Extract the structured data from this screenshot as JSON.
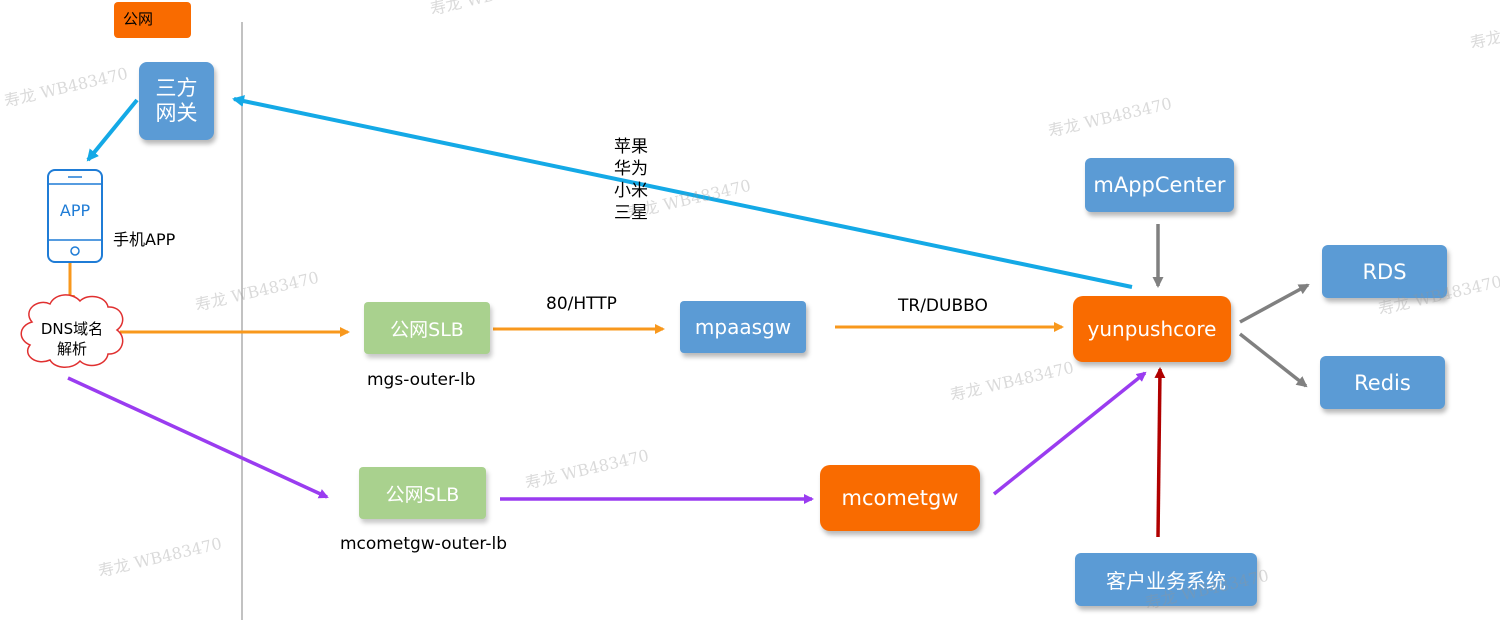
{
  "legend": {
    "public_net_tag": "公网"
  },
  "nodes": {
    "third_party_gateway": "三方\n网关",
    "phone_screen": "APP",
    "phone_label": "手机APP",
    "dns": "DNS域名\n解析",
    "slb_top": "公网SLB",
    "slb_top_caption": "mgs-outer-lb",
    "slb_bottom": "公网SLB",
    "slb_bottom_caption": "mcometgw-outer-lb",
    "mpaasgw": "mpaasgw",
    "mcometgw": "mcometgw",
    "yunpushcore": "yunpushcore",
    "mappcenter": "mAppCenter",
    "rds": "RDS",
    "redis": "Redis",
    "customer_system": "客户业务系统"
  },
  "edges": {
    "http_label": "80/HTTP",
    "dubbo_label": "TR/DUBBO",
    "vendors_label": "苹果\n华为\n小米\n三星"
  },
  "watermark_text": "寿龙 WB483470",
  "colors": {
    "blue_box": "#5b9bd5",
    "orange_box": "#f96b00",
    "green_box": "#a9d18e",
    "orange_arrow": "#f8981d",
    "purple_arrow": "#9a3cf0",
    "cyan_arrow": "#14a9e6",
    "gray_arrow": "#808080",
    "red_arrow": "#b00000"
  }
}
